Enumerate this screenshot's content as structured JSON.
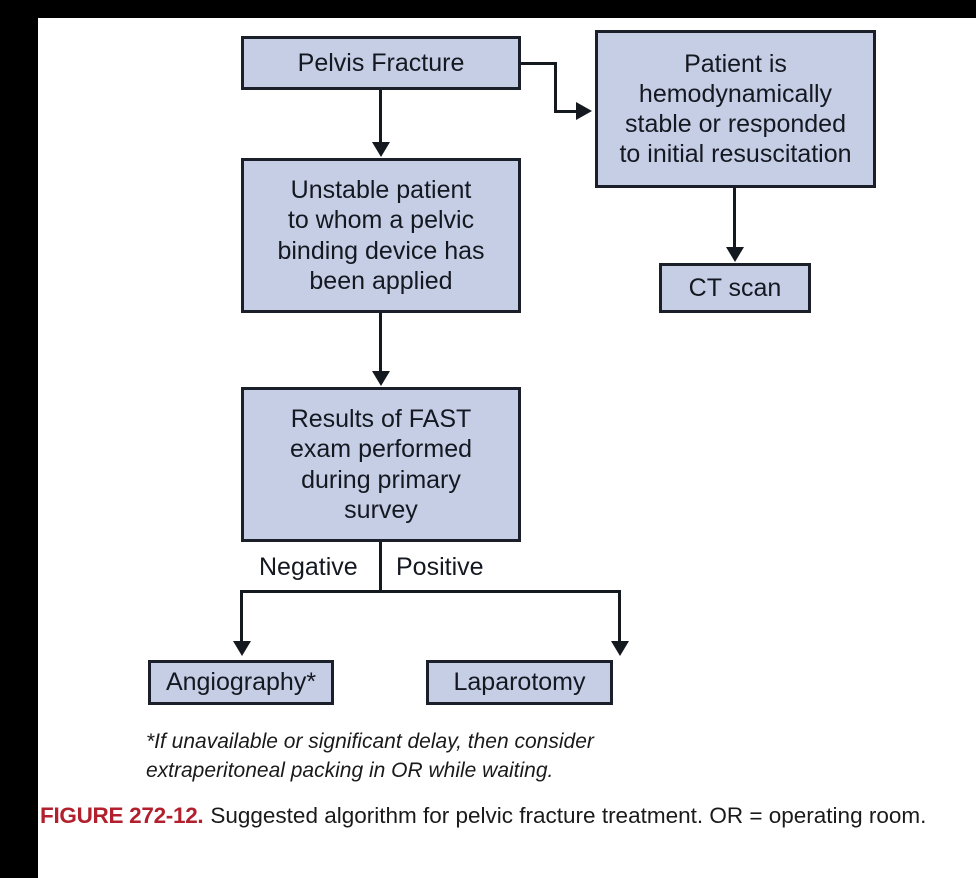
{
  "figure": {
    "diagram_type": "flowchart",
    "nodes": [
      {
        "id": "pelvis_fracture",
        "label": "Pelvis Fracture"
      },
      {
        "id": "patient_stable",
        "label": "Patient is\nhemodynamically\nstable or responded\nto initial resuscitation"
      },
      {
        "id": "unstable_patient",
        "label": "Unstable patient\nto whom a pelvic\nbinding device has\nbeen applied"
      },
      {
        "id": "ct_scan",
        "label": "CT scan"
      },
      {
        "id": "fast_exam",
        "label": "Results of  FAST\nexam performed\nduring primary\nsurvey"
      },
      {
        "id": "angiography",
        "label": "Angiography*"
      },
      {
        "id": "laparotomy",
        "label": "Laparotomy"
      }
    ],
    "branch_labels": {
      "negative": "Negative",
      "positive": "Positive"
    },
    "edges": [
      {
        "from": "pelvis_fracture",
        "to": "unstable_patient",
        "label": ""
      },
      {
        "from": "pelvis_fracture",
        "to": "patient_stable",
        "label": ""
      },
      {
        "from": "patient_stable",
        "to": "ct_scan",
        "label": ""
      },
      {
        "from": "unstable_patient",
        "to": "fast_exam",
        "label": ""
      },
      {
        "from": "fast_exam",
        "to": "angiography",
        "label": "Negative"
      },
      {
        "from": "fast_exam",
        "to": "laparotomy",
        "label": "Positive"
      }
    ],
    "footnote": "*If unavailable or significant delay, then consider\nextraperitoneal packing in OR while waiting.",
    "colors": {
      "node_fill": "#c6cee5",
      "node_border": "#1b1f2a",
      "connector": "#14181f",
      "caption_label": "#b21f2d",
      "text": "#141821"
    }
  },
  "caption": {
    "figure_label": "FIGURE 272-12.",
    "text": "Suggested algorithm for pelvic fracture treatment. OR = operating room."
  }
}
